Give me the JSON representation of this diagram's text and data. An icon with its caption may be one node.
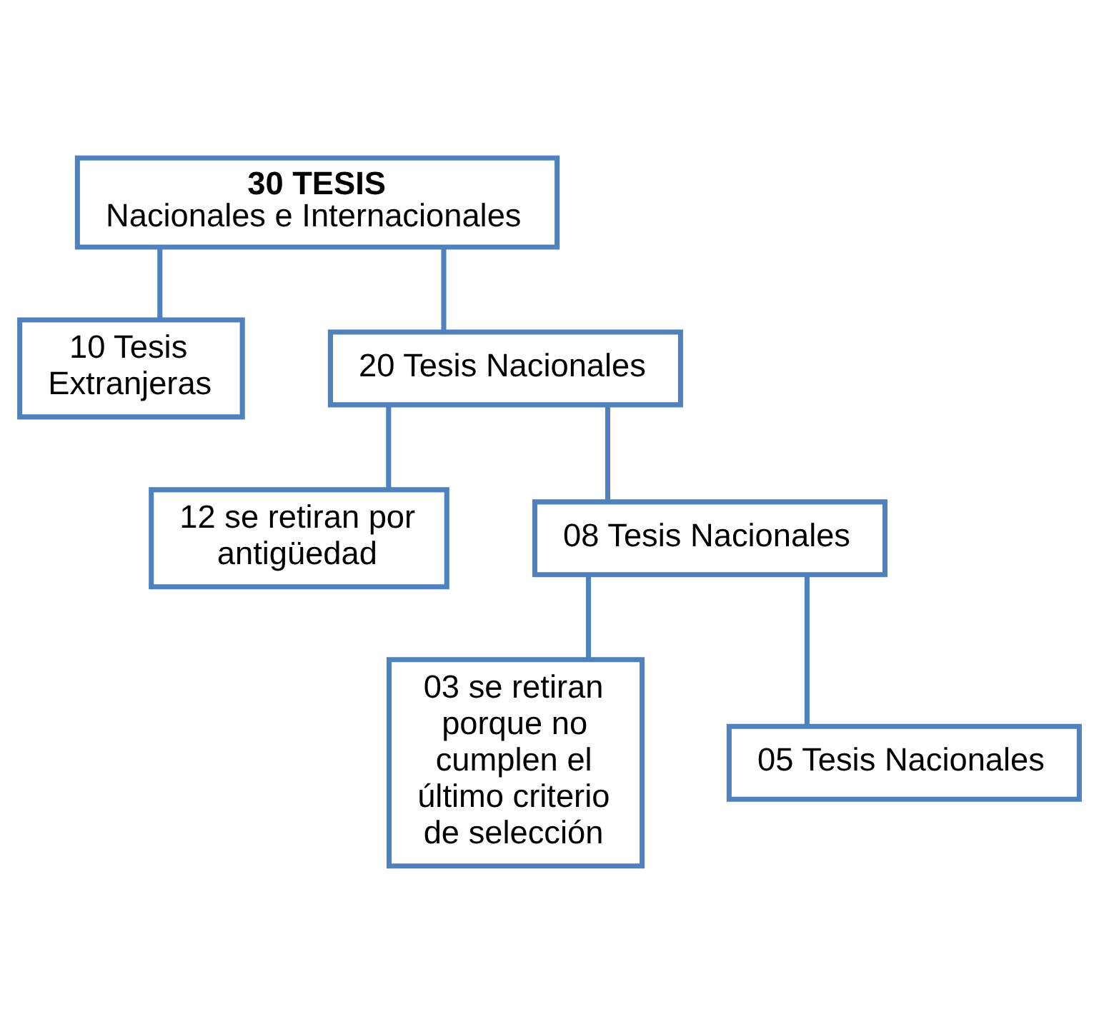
{
  "diagram": {
    "nodes": [
      {
        "text": [
          "30 TESIS",
          "Nacionales e Internacionales"
        ]
      },
      {
        "text": [
          "10 Tesis Extranjeras"
        ]
      },
      {
        "text": [
          "20 Tesis Nacionales"
        ]
      },
      {
        "text": [
          "12 se retiran por antigüedad"
        ]
      },
      {
        "text": [
          "08 Tesis Nacionales"
        ]
      },
      {
        "text": [
          "03 se retiran porque no cumplen el último criterio de selección"
        ]
      },
      {
        "text": [
          "05 Tesis Nacionales"
        ]
      }
    ],
    "edges": [
      {
        "from": 0,
        "to": 1,
        "arrow": "none"
      },
      {
        "from": 0,
        "to": 2,
        "arrow": "none"
      },
      {
        "from": 2,
        "to": 3,
        "arrow": "none"
      },
      {
        "from": 2,
        "to": 4,
        "arrow": "none"
      },
      {
        "from": 4,
        "to": 5,
        "arrow": "none"
      },
      {
        "from": 4,
        "to": 6,
        "arrow": "none"
      }
    ]
  }
}
